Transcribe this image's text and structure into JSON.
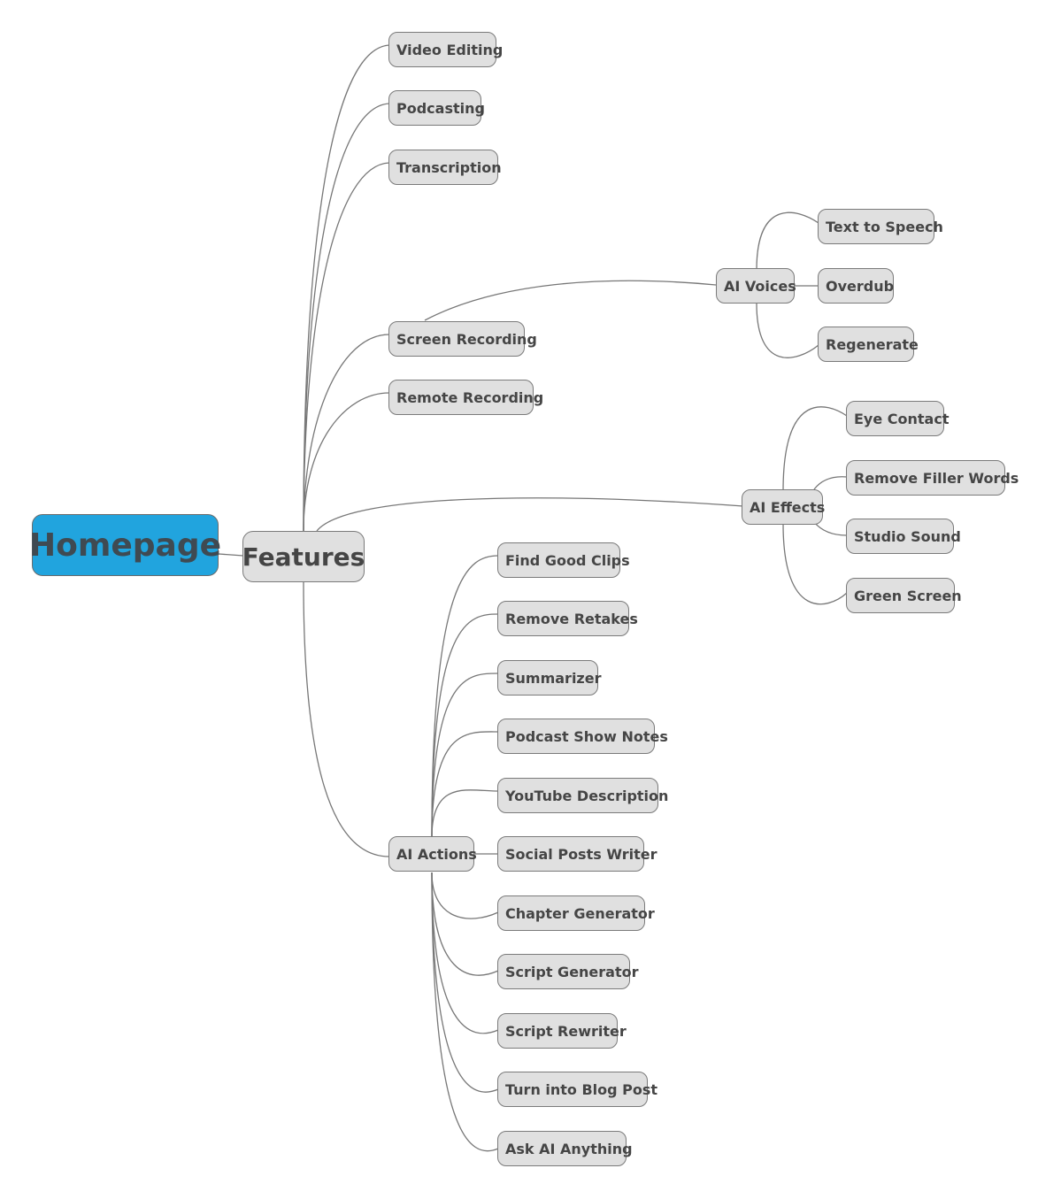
{
  "mindmap": {
    "root": "Homepage",
    "features": "Features",
    "branches": {
      "video_editing": "Video Editing",
      "podcasting": "Podcasting",
      "transcription": "Transcription",
      "screen_recording": "Screen Recording",
      "remote_recording": "Remote Recording",
      "ai_actions": "AI Actions"
    },
    "ai_voices": {
      "label": "AI Voices",
      "children": [
        "Text to Speech",
        "Overdub",
        "Regenerate"
      ]
    },
    "ai_effects": {
      "label": "AI Effects",
      "children": [
        "Eye Contact",
        "Remove Filler Words",
        "Studio Sound",
        "Green Screen"
      ]
    },
    "ai_actions_children": [
      "Find Good Clips",
      "Remove Retakes",
      "Summarizer",
      "Podcast Show Notes",
      "YouTube Description",
      "Social Posts Writer",
      "Chapter Generator",
      "Script Generator",
      "Script Rewriter",
      "Turn into Blog Post",
      "Ask AI Anything"
    ]
  }
}
